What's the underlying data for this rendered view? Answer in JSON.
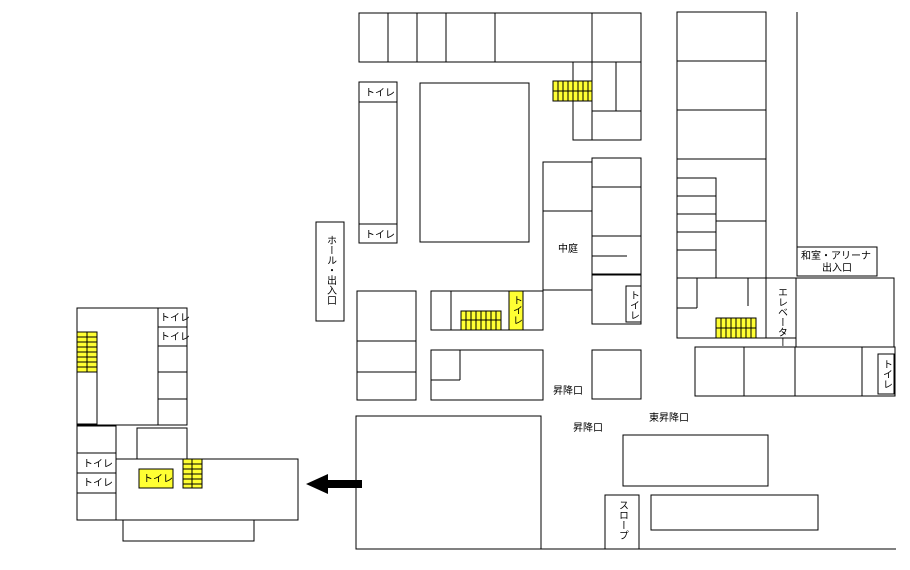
{
  "map": {
    "labels": {
      "toilet": "トイレ",
      "hall_entrance": "ホール・出入口",
      "courtyard": "中庭",
      "washitsu_arena_line1": "和室・アリーナ",
      "washitsu_arena_line2": "出入口",
      "elevator": "エレベーター",
      "stairway_entrance": "昇降口",
      "east_stairway_entrance": "東昇降口",
      "slope": "スロープ"
    },
    "colors": {
      "stairs_highlight": "#ffff33",
      "walls": "#000000",
      "background": "#ffffff"
    },
    "icons": [
      "arrow-left-icon",
      "stairs-icon"
    ]
  }
}
